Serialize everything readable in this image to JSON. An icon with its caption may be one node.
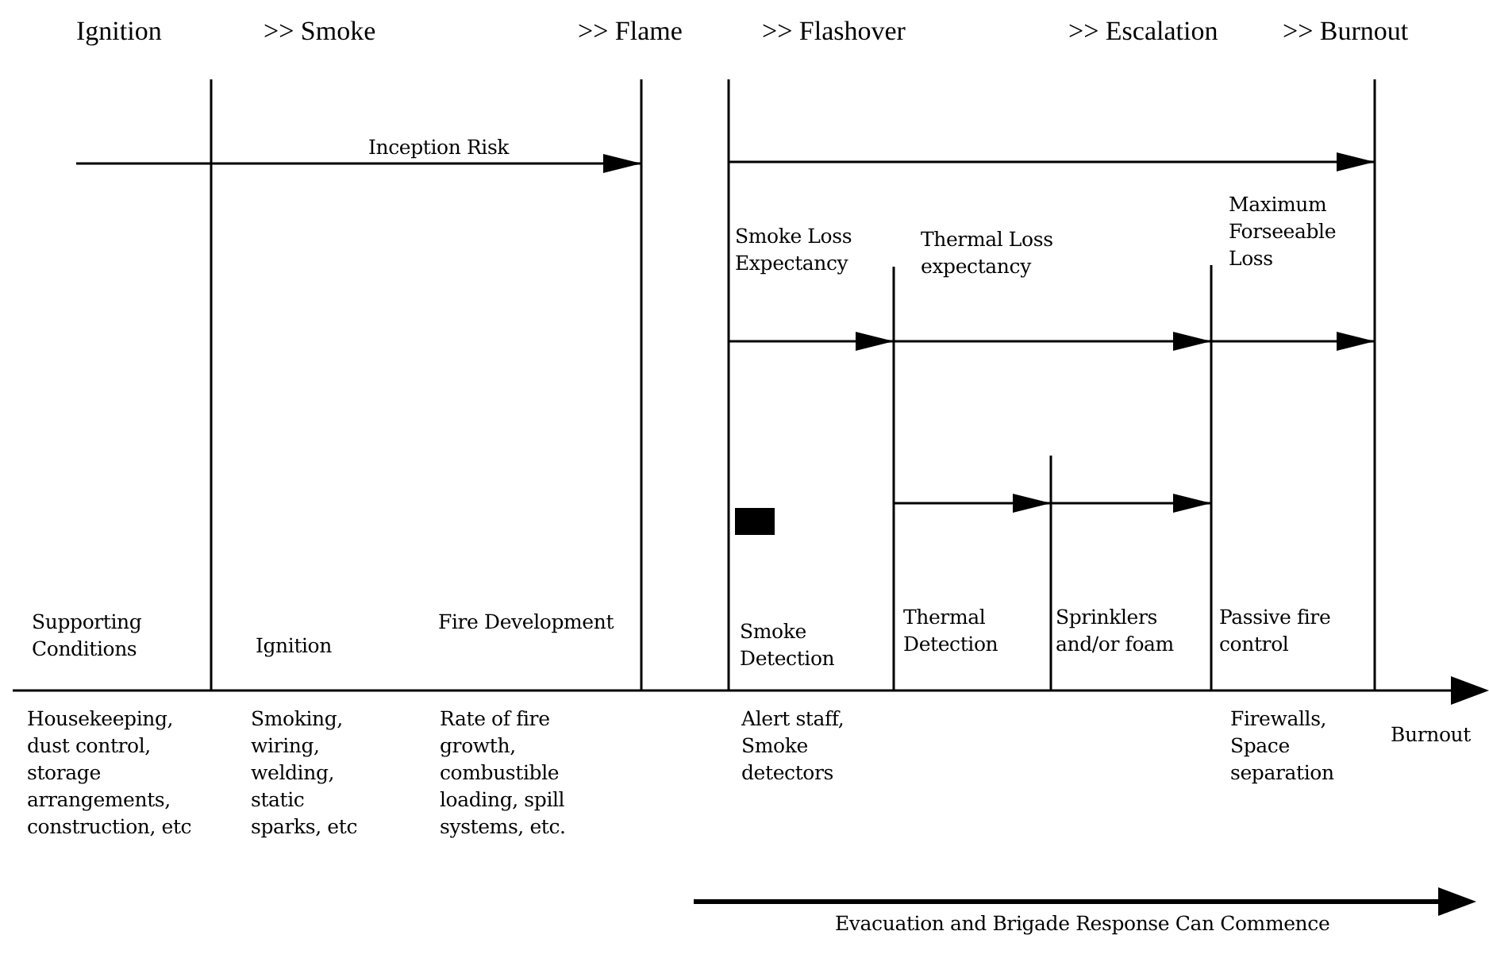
{
  "diagram": {
    "labels": [
      "Ignition",
      ">> Smoke",
      ">> Flame",
      ">> Flashover",
      ">> Escalation",
      ">> Burnout",
      "Inception Risk",
      "Smoke Loss Expectancy",
      "Thermal Loss expectancy",
      "Maximum Forseeable Loss",
      "Supporting Conditions",
      "Ignition",
      "Fire Development",
      "Smoke Detection",
      "Thermal Detection",
      "Sprinklers and/or foam",
      "Passive fire control",
      "Housekeeping, dust control, storage arrangements, construction, etc",
      "Smoking, wiring, welding, static sparks, etc",
      "Rate of fire growth, combustible loading, spill systems, etc.",
      "Alert staff, Smoke detectors",
      "Firewalls, Space separation",
      "Burnout",
      "Evacuation and Brigade Response Can Commence"
    ]
  }
}
